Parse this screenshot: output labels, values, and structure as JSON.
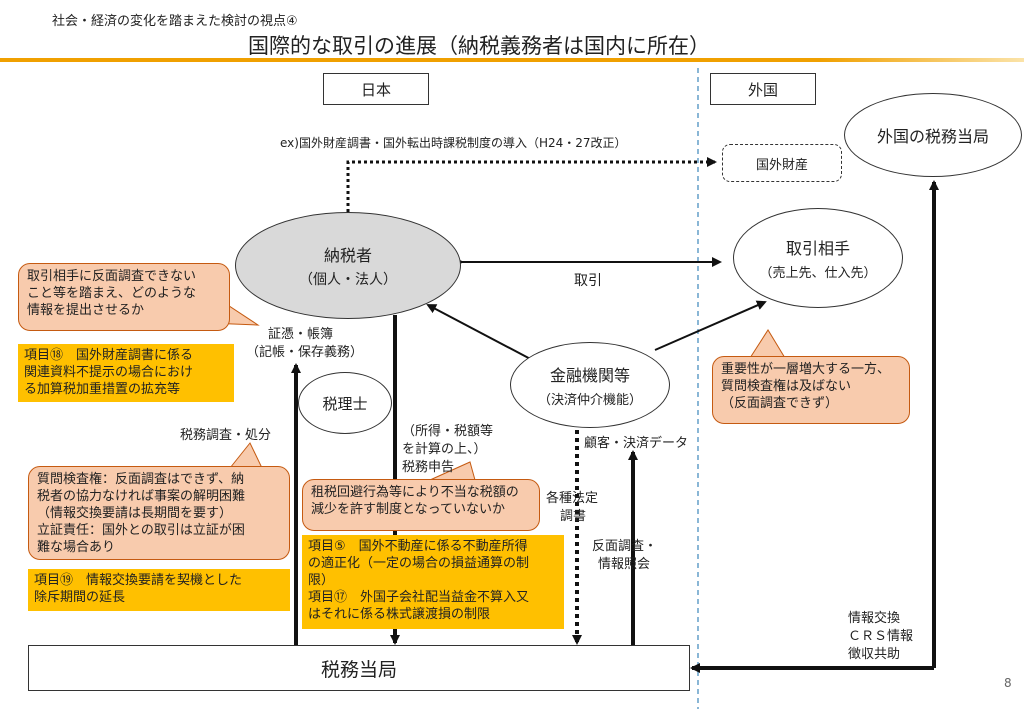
{
  "header": {
    "subtitle": "社会・経済の変化を踏まえた検討の視点④",
    "title": "国際的な取引の進展（納税義務者は国内に所在）"
  },
  "regions": {
    "japan": "日本",
    "foreign": "外国"
  },
  "nodes": {
    "taxpayer": {
      "name": "納税者",
      "sub": "（個人・法人）"
    },
    "counterparty": {
      "name": "取引相手",
      "sub": "（売上先、仕入先）"
    },
    "foreign_tax_authority": "外国の税務当局",
    "foreign_assets": "国外財産",
    "financial_institution": {
      "name": "金融機関等",
      "sub": "（決済仲介機能）"
    },
    "tax_accountant": "税理士",
    "tax_authority": "税務当局"
  },
  "edge_labels": {
    "foreign_assets_note": "ex)国外財産調書・国外転出時課税制度の導入（H24・27改正）",
    "transaction": "取引",
    "evidence_line1": "証憑・帳簿",
    "evidence_line2": "（記帳・保存義務）",
    "tax_audit": "税務調査・処分",
    "return_line1": "（所得・税額等",
    "return_line2": "を計算の上、）",
    "return_line3": "税務申告",
    "customer_data": "顧客・決済データ",
    "statutory_line1": "各種法定",
    "statutory_line2": "調書",
    "counter_audit_line1": "反面調査・",
    "counter_audit_line2": "情報照会",
    "exchange_line1": "情報交換",
    "exchange_line2": "ＣＲＳ情報",
    "exchange_line3": "徴収共助"
  },
  "callouts": {
    "counterparty_info": [
      "取引相手に反面調査できない",
      "こと等を踏まえ、どのような",
      "情報を提出させるか"
    ],
    "importance": [
      "重要性が一層増大する一方、",
      "質問検査権は及ばない",
      "（反面調査できず）"
    ],
    "inspection": [
      "質問検査権：反面調査はできず、納",
      "税者の協力なければ事案の解明困難",
      "（情報交換要請は長期間を要す）",
      "立証責任：国外との取引は立証が困",
      "難な場合あり"
    ],
    "avoidance": [
      "租税回避行為等により不当な税額の",
      "減少を許す制度となっていないか"
    ]
  },
  "items": {
    "item18": [
      "項目⑱　国外財産調書に係る",
      "関連資料不提示の場合におけ",
      "る加算税加重措置の拡充等"
    ],
    "item19": [
      "項目⑲　情報交換要請を契機とした",
      "除斥期間の延長"
    ],
    "item5_17": [
      "項目⑤　国外不動産に係る不動産所得",
      "の適正化（一定の場合の損益通算の制",
      "限）",
      "項目⑰　外国子会社配当益金不算入又",
      "はそれに係る株式譲渡損の制限"
    ]
  },
  "page_number": "8",
  "colors": {
    "accent_line": "#f0a000",
    "divider": "#4a90c0",
    "callout": "#f8cbad",
    "highlight": "#ffc000",
    "taxpayer_fill": "#d9d9d9"
  }
}
